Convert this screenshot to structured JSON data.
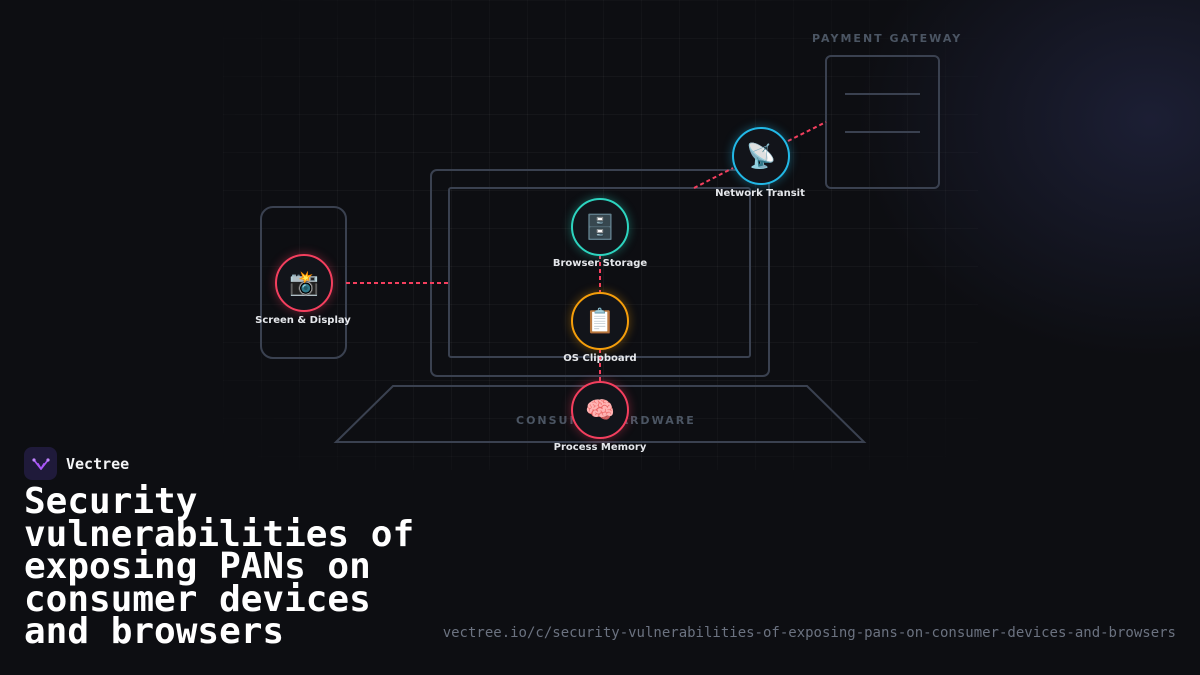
{
  "diagram": {
    "payment_gateway_label": "PAYMENT GATEWAY",
    "consumer_hardware_label": "CONSUMER HARDWARE",
    "nodes": [
      {
        "key": "screen",
        "label": "Screen & Display",
        "icon": "camera-flash-icon",
        "glyph": "📸",
        "color": "#f43f5e"
      },
      {
        "key": "browser",
        "label": "Browser Storage",
        "icon": "file-cabinet-icon",
        "glyph": "🗄️",
        "color": "#2dd4bf"
      },
      {
        "key": "clipboard",
        "label": "OS Clipboard",
        "icon": "clipboard-icon",
        "glyph": "📋",
        "color": "#f59e0b"
      },
      {
        "key": "memory",
        "label": "Process Memory",
        "icon": "brain-icon",
        "glyph": "🧠",
        "color": "#f43f5e"
      },
      {
        "key": "network",
        "label": "Network Transit",
        "icon": "satellite-antenna-icon",
        "glyph": "📡",
        "color": "#22b8e6"
      }
    ],
    "connector_color": "#f43f5e",
    "outline_color": "#3a4150"
  },
  "brand": {
    "name": "Vectree",
    "logo_color": "#a855f7"
  },
  "headline": "Security vulnerabilities of exposing PANs on consumer devices and browsers",
  "url": "vectree.io/c/security-vulnerabilities-of-exposing-pans-on-consumer-devices-and-browsers"
}
